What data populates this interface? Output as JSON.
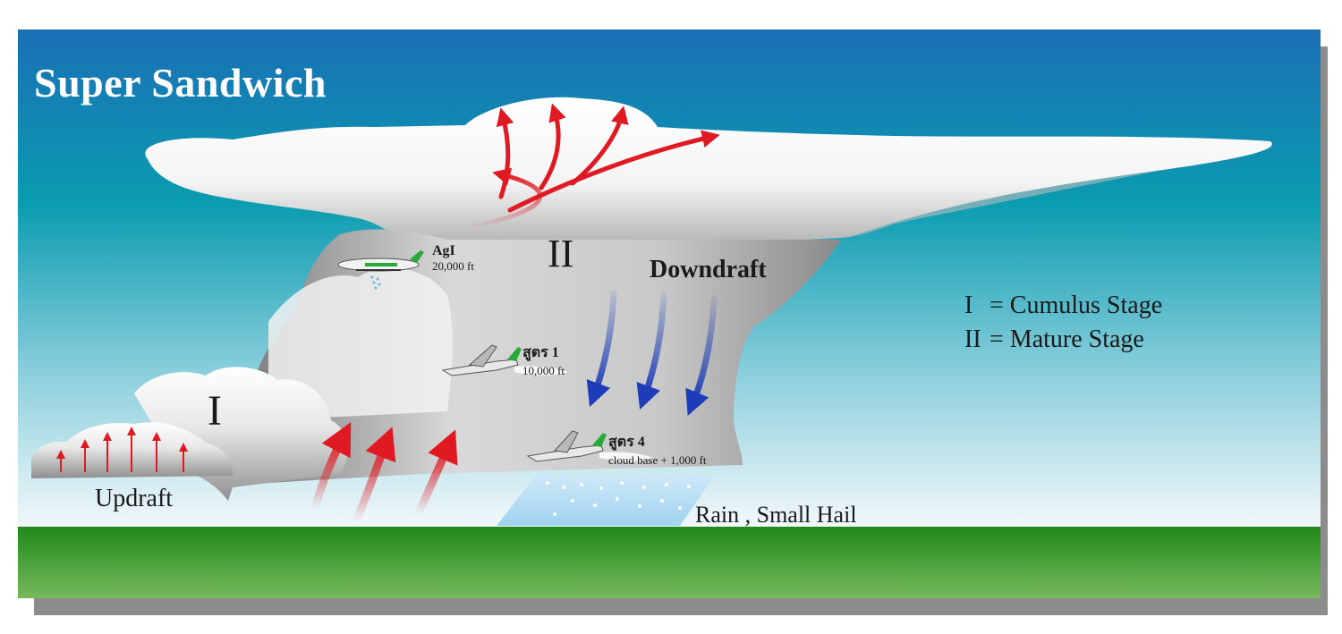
{
  "title": "Super  Sandwich",
  "stages": {
    "one": "I",
    "two": "II"
  },
  "labels": {
    "downdraft": "Downdraft",
    "updraft": "Updraft",
    "rain": "Rain , Small Hail"
  },
  "aircraft": [
    {
      "name": "AgI",
      "altitude": "20,000 ft"
    },
    {
      "name": "สูตร 1",
      "altitude": "10,000 ft"
    },
    {
      "name": "สูตร 4",
      "altitude": "cloud base + 1,000 ft"
    }
  ],
  "legend": [
    {
      "symbol": "I",
      "text": "= Cumulus Stage"
    },
    {
      "symbol": "II",
      "text": "= Mature Stage"
    }
  ],
  "colors": {
    "sky_top": "#1a6fb5",
    "sky_mid": "#0a9cb0",
    "sky_bottom": "#f2f8fb",
    "ground_top": "#1f8a1c",
    "ground_bottom": "#76b95a",
    "updraft_arrow": "#e01a22",
    "downdraft_arrow": "#1c3cb8",
    "rain": "#a9d9f2",
    "aircraft_accent": "#2aa83a"
  }
}
